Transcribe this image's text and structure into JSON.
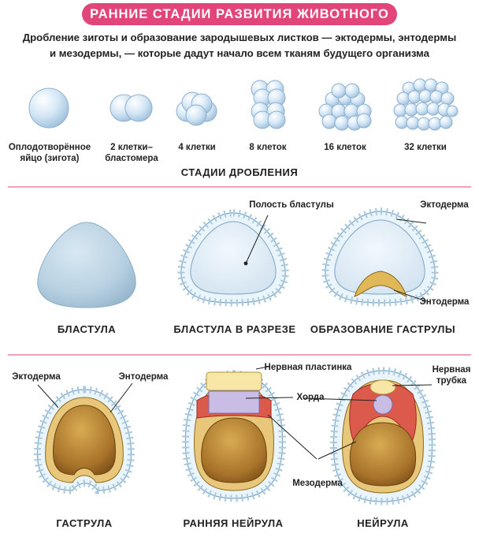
{
  "title": "РАННИЕ СТАДИИ РАЗВИТИЯ ЖИВОТНОГО",
  "subtitle_line1": "Дробление зиготы и образование зародышевых листков — эктодермы, энтодермы",
  "subtitle_line2": "и мезодермы, — которые дадут начало всем тканям будущего организма",
  "cleavage": {
    "stage_zygote_1": "Оплодотворённое",
    "stage_zygote_2": "яйцо (зигота)",
    "stage_2_1": "2 клетки–",
    "stage_2_2": "бластомера",
    "stage_4": "4 клетки",
    "stage_8": "8 клеток",
    "stage_16": "16 клеток",
    "stage_32": "32 клетки",
    "caption": "СТАДИИ ДРОБЛЕНИЯ"
  },
  "blastula": {
    "label_cavity": "Полость бластулы",
    "label_ectoderm": "Эктодерма",
    "label_endoderm": "Энтодерма",
    "caption_blastula": "БЛАСТУЛА",
    "caption_section": "БЛАСТУЛА В РАЗРЕЗЕ",
    "caption_gastrula_formation": "ОБРАЗОВАНИЕ ГАСТРУЛЫ"
  },
  "neurula": {
    "label_ectoderm": "Эктодерма",
    "label_endoderm": "Энтодерма",
    "label_neural_plate": "Нервная пластинка",
    "label_chorda": "Хорда",
    "label_neural_tube_1": "Нервная",
    "label_neural_tube_2": "трубка",
    "label_mesoderm": "Мезодерма",
    "caption_gastrula": "ГАСТРУЛА",
    "caption_early_neurula": "РАННЯЯ НЕЙРУЛА",
    "caption_neurula": "НЕЙРУЛА"
  },
  "colors": {
    "title_bg": "#e2457a",
    "divider": "#f0a2bd",
    "cell_blue": "#d6e8f6",
    "yolk": "#b8832c",
    "endoderm_layer": "#e8c77a",
    "mesoderm": "#dc5a4c",
    "chorda": "#c9bde6",
    "neural": "#f7e6a6"
  }
}
